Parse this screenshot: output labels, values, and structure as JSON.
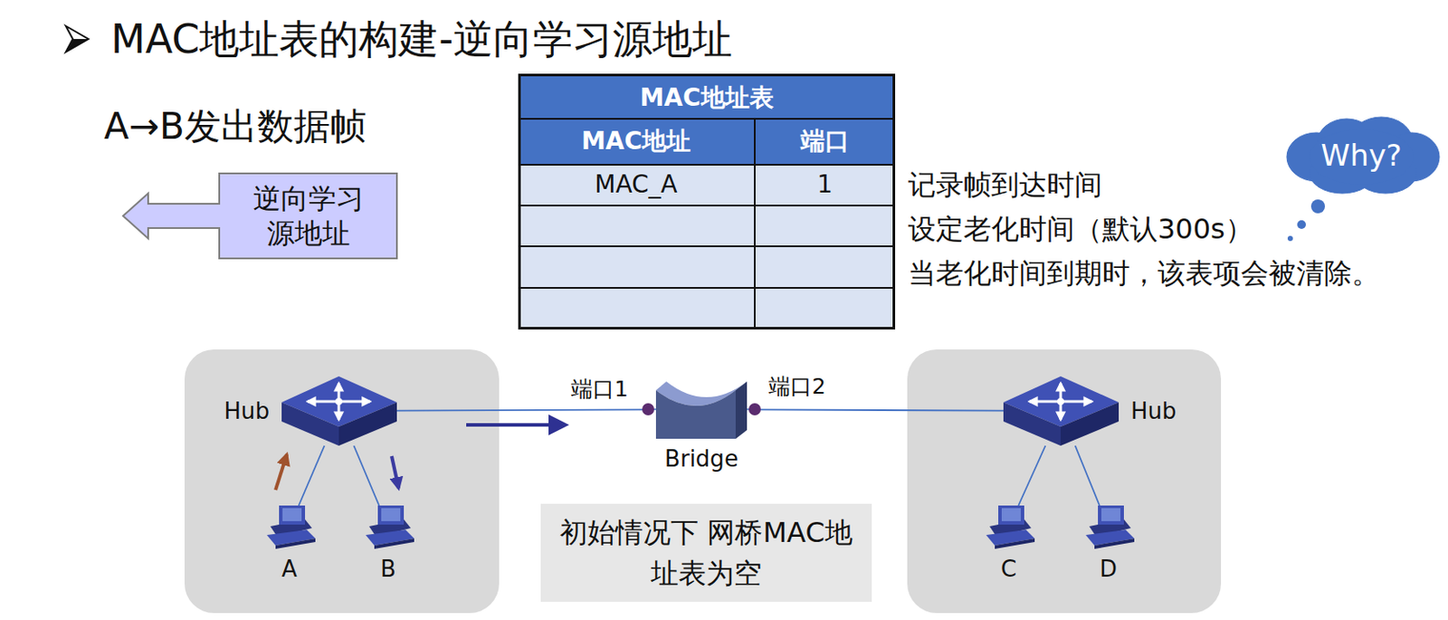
{
  "diagram": {
    "title": "MAC地址表的构建-逆向学习源地址",
    "nodes": [
      {
        "text": [
          "逆向学习 源地址"
        ]
      },
      {
        "text": [
          "MAC地址表"
        ]
      },
      {
        "text": [
          "Why?"
        ]
      },
      {
        "text": [
          "Hub"
        ]
      },
      {
        "text": [
          "A"
        ]
      },
      {
        "text": [
          "B"
        ]
      },
      {
        "text": [
          "Bridge"
        ]
      },
      {
        "text": [
          "初始情况下 网桥MAC地址表为空"
        ]
      },
      {
        "text": [
          "Hub"
        ]
      },
      {
        "text": [
          "C"
        ]
      },
      {
        "text": [
          "D"
        ]
      }
    ],
    "edges": [
      {
        "from": 3,
        "to": 4,
        "arrow": "none"
      },
      {
        "from": 3,
        "to": 5,
        "arrow": "none"
      },
      {
        "from": 3,
        "to": 6,
        "arrow": "none"
      },
      {
        "from": 6,
        "to": 8,
        "arrow": "none"
      },
      {
        "from": 8,
        "to": 9,
        "arrow": "none"
      },
      {
        "from": 8,
        "to": 10,
        "arrow": "none"
      }
    ],
    "labels": [
      "A→B发出数据帧",
      "MAC地址",
      "端口",
      "MAC_A",
      "1",
      "记录帧到达时间",
      "设定老化时间（默认300s）",
      "当老化时间到期时，该表项会被清除。",
      "端口1",
      "端口2"
    ]
  }
}
